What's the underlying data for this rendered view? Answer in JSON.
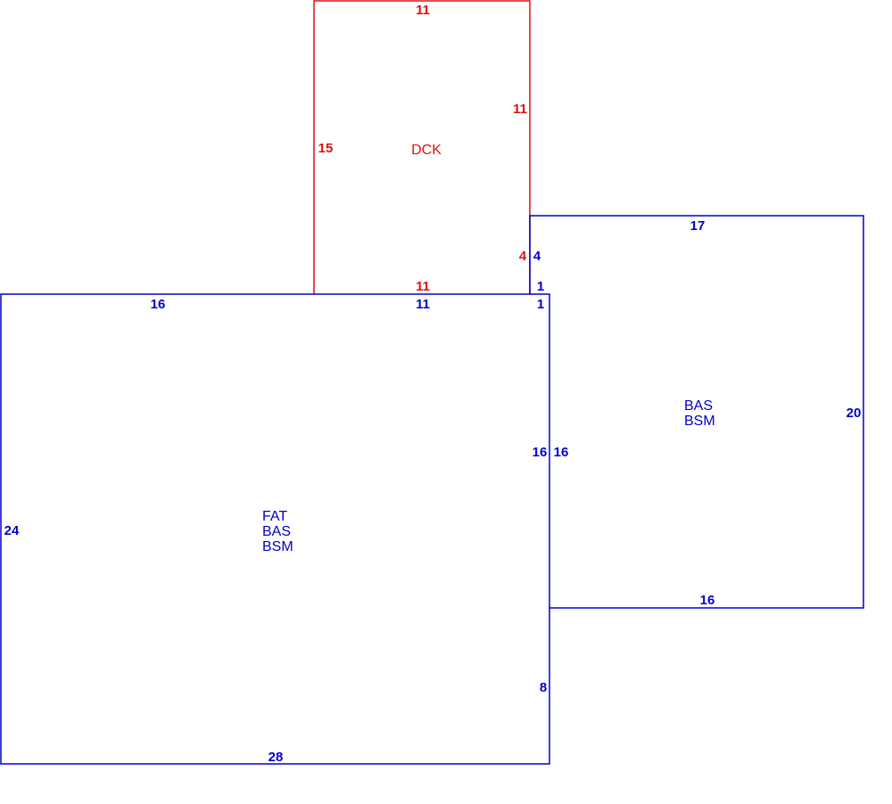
{
  "colors": {
    "deck": "#dd1111",
    "living": "#0000cc",
    "background": "#ffffff"
  },
  "deck": {
    "code": "DCK",
    "dims": {
      "top": "11",
      "left": "15",
      "right": "11",
      "bottom": "11",
      "step": "4"
    }
  },
  "right_wing": {
    "codes": [
      "BAS",
      "BSM"
    ],
    "dims": {
      "top": "17",
      "right": "20",
      "bottom": "16",
      "left": "16",
      "step_upper": "4",
      "step_lower": "1"
    }
  },
  "main_section": {
    "codes": [
      "FAT",
      "BAS",
      "BSM"
    ],
    "dims": {
      "top_left": "16",
      "top_middle": "11",
      "top_right": "1",
      "left": "24",
      "right_upper": "16",
      "right_lower": "8",
      "bottom": "28"
    }
  }
}
